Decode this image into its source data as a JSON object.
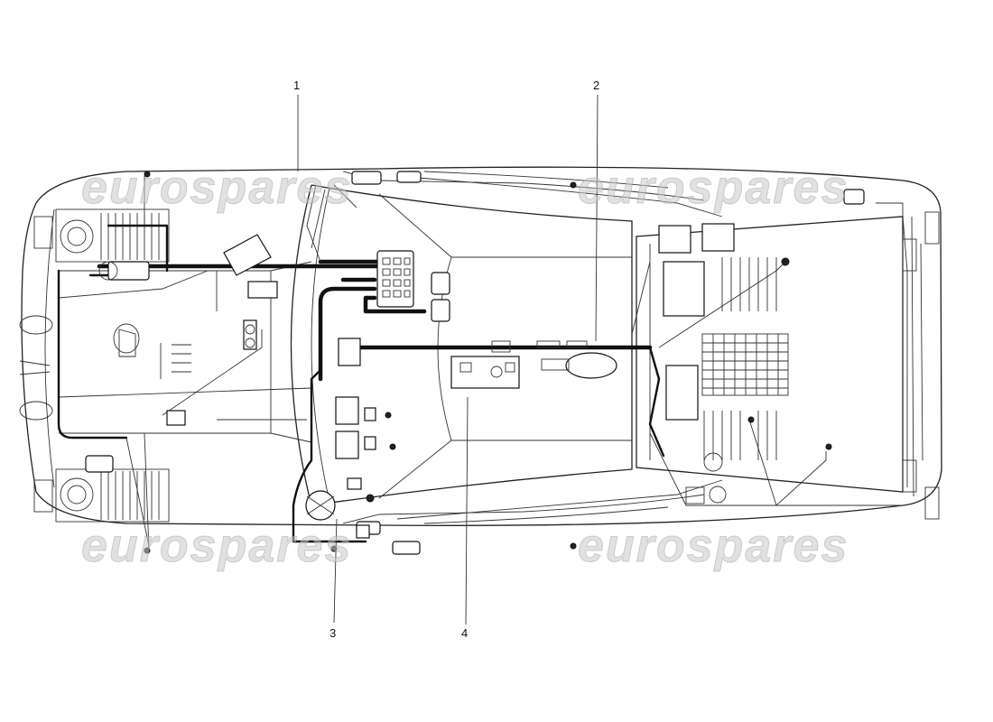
{
  "callouts": [
    {
      "id": "1",
      "label": "1"
    },
    {
      "id": "2",
      "label": "2"
    },
    {
      "id": "3",
      "label": "3"
    },
    {
      "id": "4",
      "label": "4"
    }
  ],
  "watermark": {
    "text": "eurospares"
  }
}
